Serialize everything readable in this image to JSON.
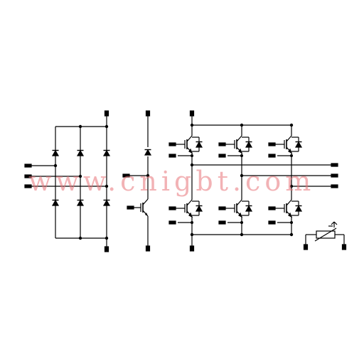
{
  "watermark": "www.cnigbt.com",
  "colors": {
    "line": "#000000",
    "watermark": "#e8757a",
    "background": "#ffffff"
  },
  "sections": [
    {
      "name": "three-phase-rectifier-bridge",
      "diodes": 6
    },
    {
      "name": "brake-chopper",
      "igbts": 1,
      "diodes": 1
    },
    {
      "name": "three-phase-inverter",
      "igbts": 6
    },
    {
      "name": "ntc-thermistor",
      "symbol": "thermistor-icon"
    }
  ]
}
